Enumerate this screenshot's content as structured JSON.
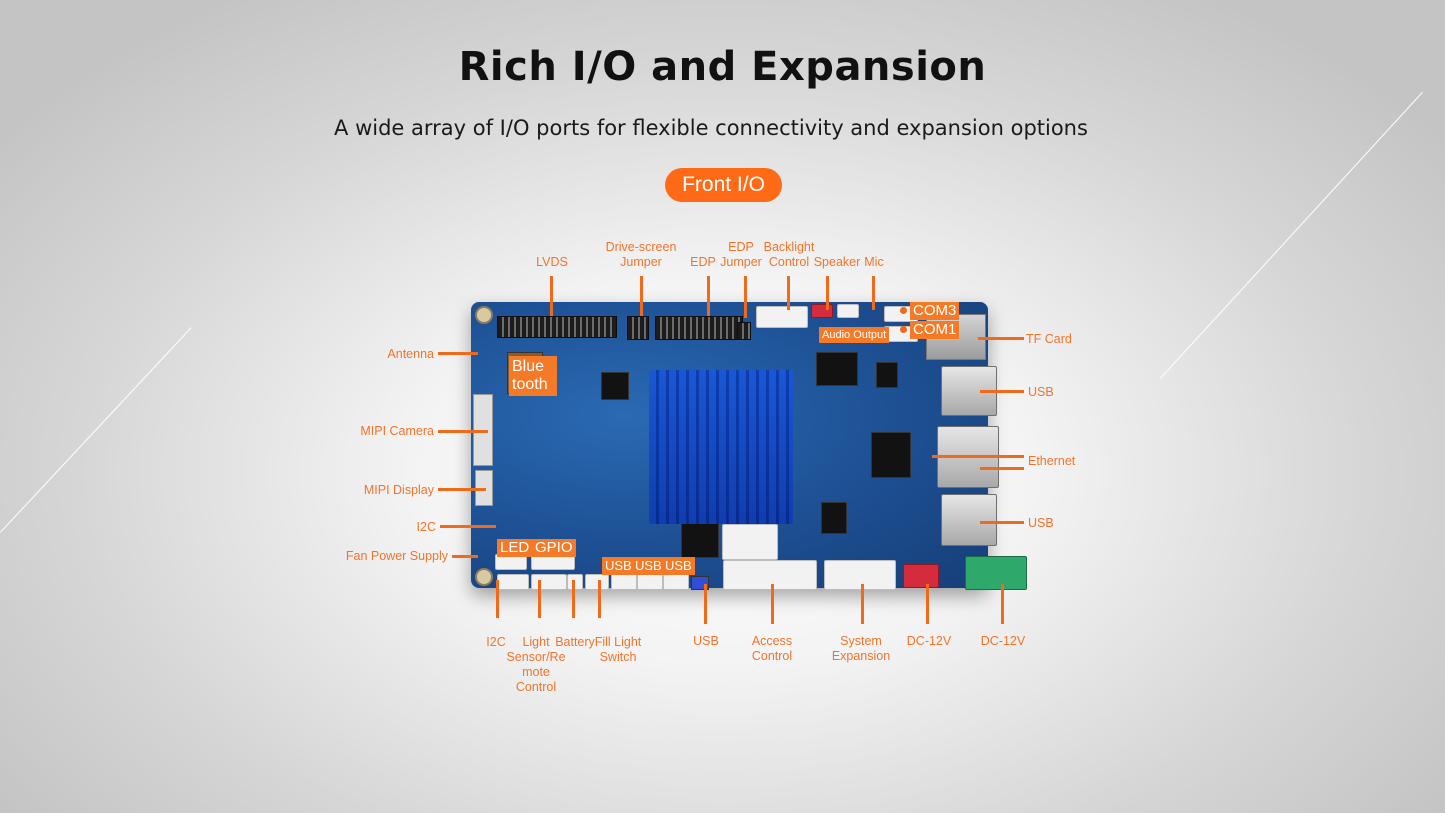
{
  "header": {
    "title": "Rich I/O and Expansion",
    "subtitle": "A wide array of I/O ports for flexible connectivity and expansion options",
    "badge": "Front I/O"
  },
  "colors": {
    "accent": "#ff6a17",
    "board": "#1d4f92",
    "heatsink": "#3e82dc"
  },
  "board_labels": {
    "bluetooth": "Blue\ntooth",
    "led": "LED",
    "gpio": "GPIO",
    "usb1": "USB",
    "usb2": "USB",
    "usb3": "USB",
    "com3": "COM3",
    "com1": "COM1",
    "audio_output": "Audio Output"
  },
  "callouts": {
    "lvds": "LVDS",
    "drive_screen_jumper": "Drive-screen\nJumper",
    "edp": "EDP",
    "edp_jumper": "EDP\nJumper",
    "backlight_control": "Backlight\nControl",
    "speaker": "Speaker",
    "mic": "Mic",
    "tf_card": "TF Card",
    "usb_right_top": "USB",
    "ethernet": "Ethernet",
    "usb_right_bottom": "USB",
    "antenna": "Antenna",
    "mipi_camera": "MIPI Camera",
    "mipi_display": "MIPI Display",
    "i2c_left": "I2C",
    "fan_power_supply": "Fan Power Supply",
    "i2c_bottom": "I2C",
    "light_sensor": "Light\nSensor/Re\nmote\nControl",
    "battery": "Battery",
    "fill_light_switch": "Fill Light\nSwitch",
    "usb_bottom": "USB",
    "access_control": "Access\nControl",
    "system_expansion": "System\nExpansion",
    "dc12v_1": "DC-12V",
    "dc12v_2": "DC-12V"
  }
}
